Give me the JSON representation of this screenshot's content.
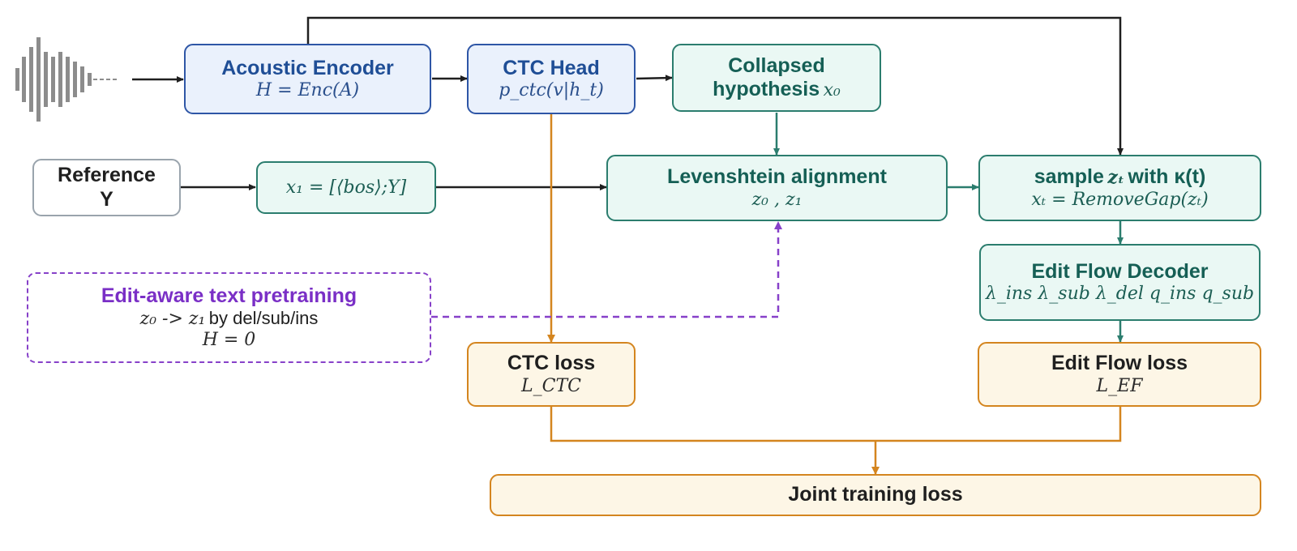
{
  "nodes": {
    "acoustic_encoder": {
      "title": "Acoustic Encoder",
      "formula": "H = Enc(A)"
    },
    "ctc_head": {
      "title": "CTC Head",
      "formula": "p_ctc(v|h_t)"
    },
    "collapsed_hypothesis": {
      "title_line1": "Collapsed",
      "title_line2": "hypothesis",
      "formula": "x₀"
    },
    "reference": {
      "line1": "Reference",
      "line2": "Y"
    },
    "x1_target": {
      "formula": "x₁ = [⟨bos⟩;Y]"
    },
    "levenshtein": {
      "title": "Levenshtein alignment",
      "formula": "z₀ , z₁"
    },
    "sample": {
      "title_prefix": "sample",
      "title_var": "zₜ",
      "title_suffix": "with κ(t)",
      "formula": "xₜ = RemoveGap(zₜ)"
    },
    "edit_flow_decoder": {
      "title": "Edit Flow Decoder",
      "formula": "λ_ins λ_sub λ_del q_ins q_sub"
    },
    "pretraining": {
      "title": "Edit-aware text pretraining",
      "line2_prefix": "z₀ -> z₁",
      "line2_suffix": "by del/sub/ins",
      "formula": "H = 0"
    },
    "ctc_loss": {
      "title": "CTC loss",
      "formula": "L_CTC"
    },
    "edit_flow_loss": {
      "title": "Edit Flow loss",
      "formula": "L_EF"
    },
    "joint_loss": {
      "title": "Joint training loss"
    }
  },
  "colors": {
    "flow_arrow": "#1f1f1f",
    "teal_arrow": "#2b7d6e",
    "ctc_path": "#d4851f",
    "pretraining_link": "#8741c9",
    "waveform": "#8c8c8c"
  },
  "icons": {
    "audio": "waveform-icon"
  }
}
